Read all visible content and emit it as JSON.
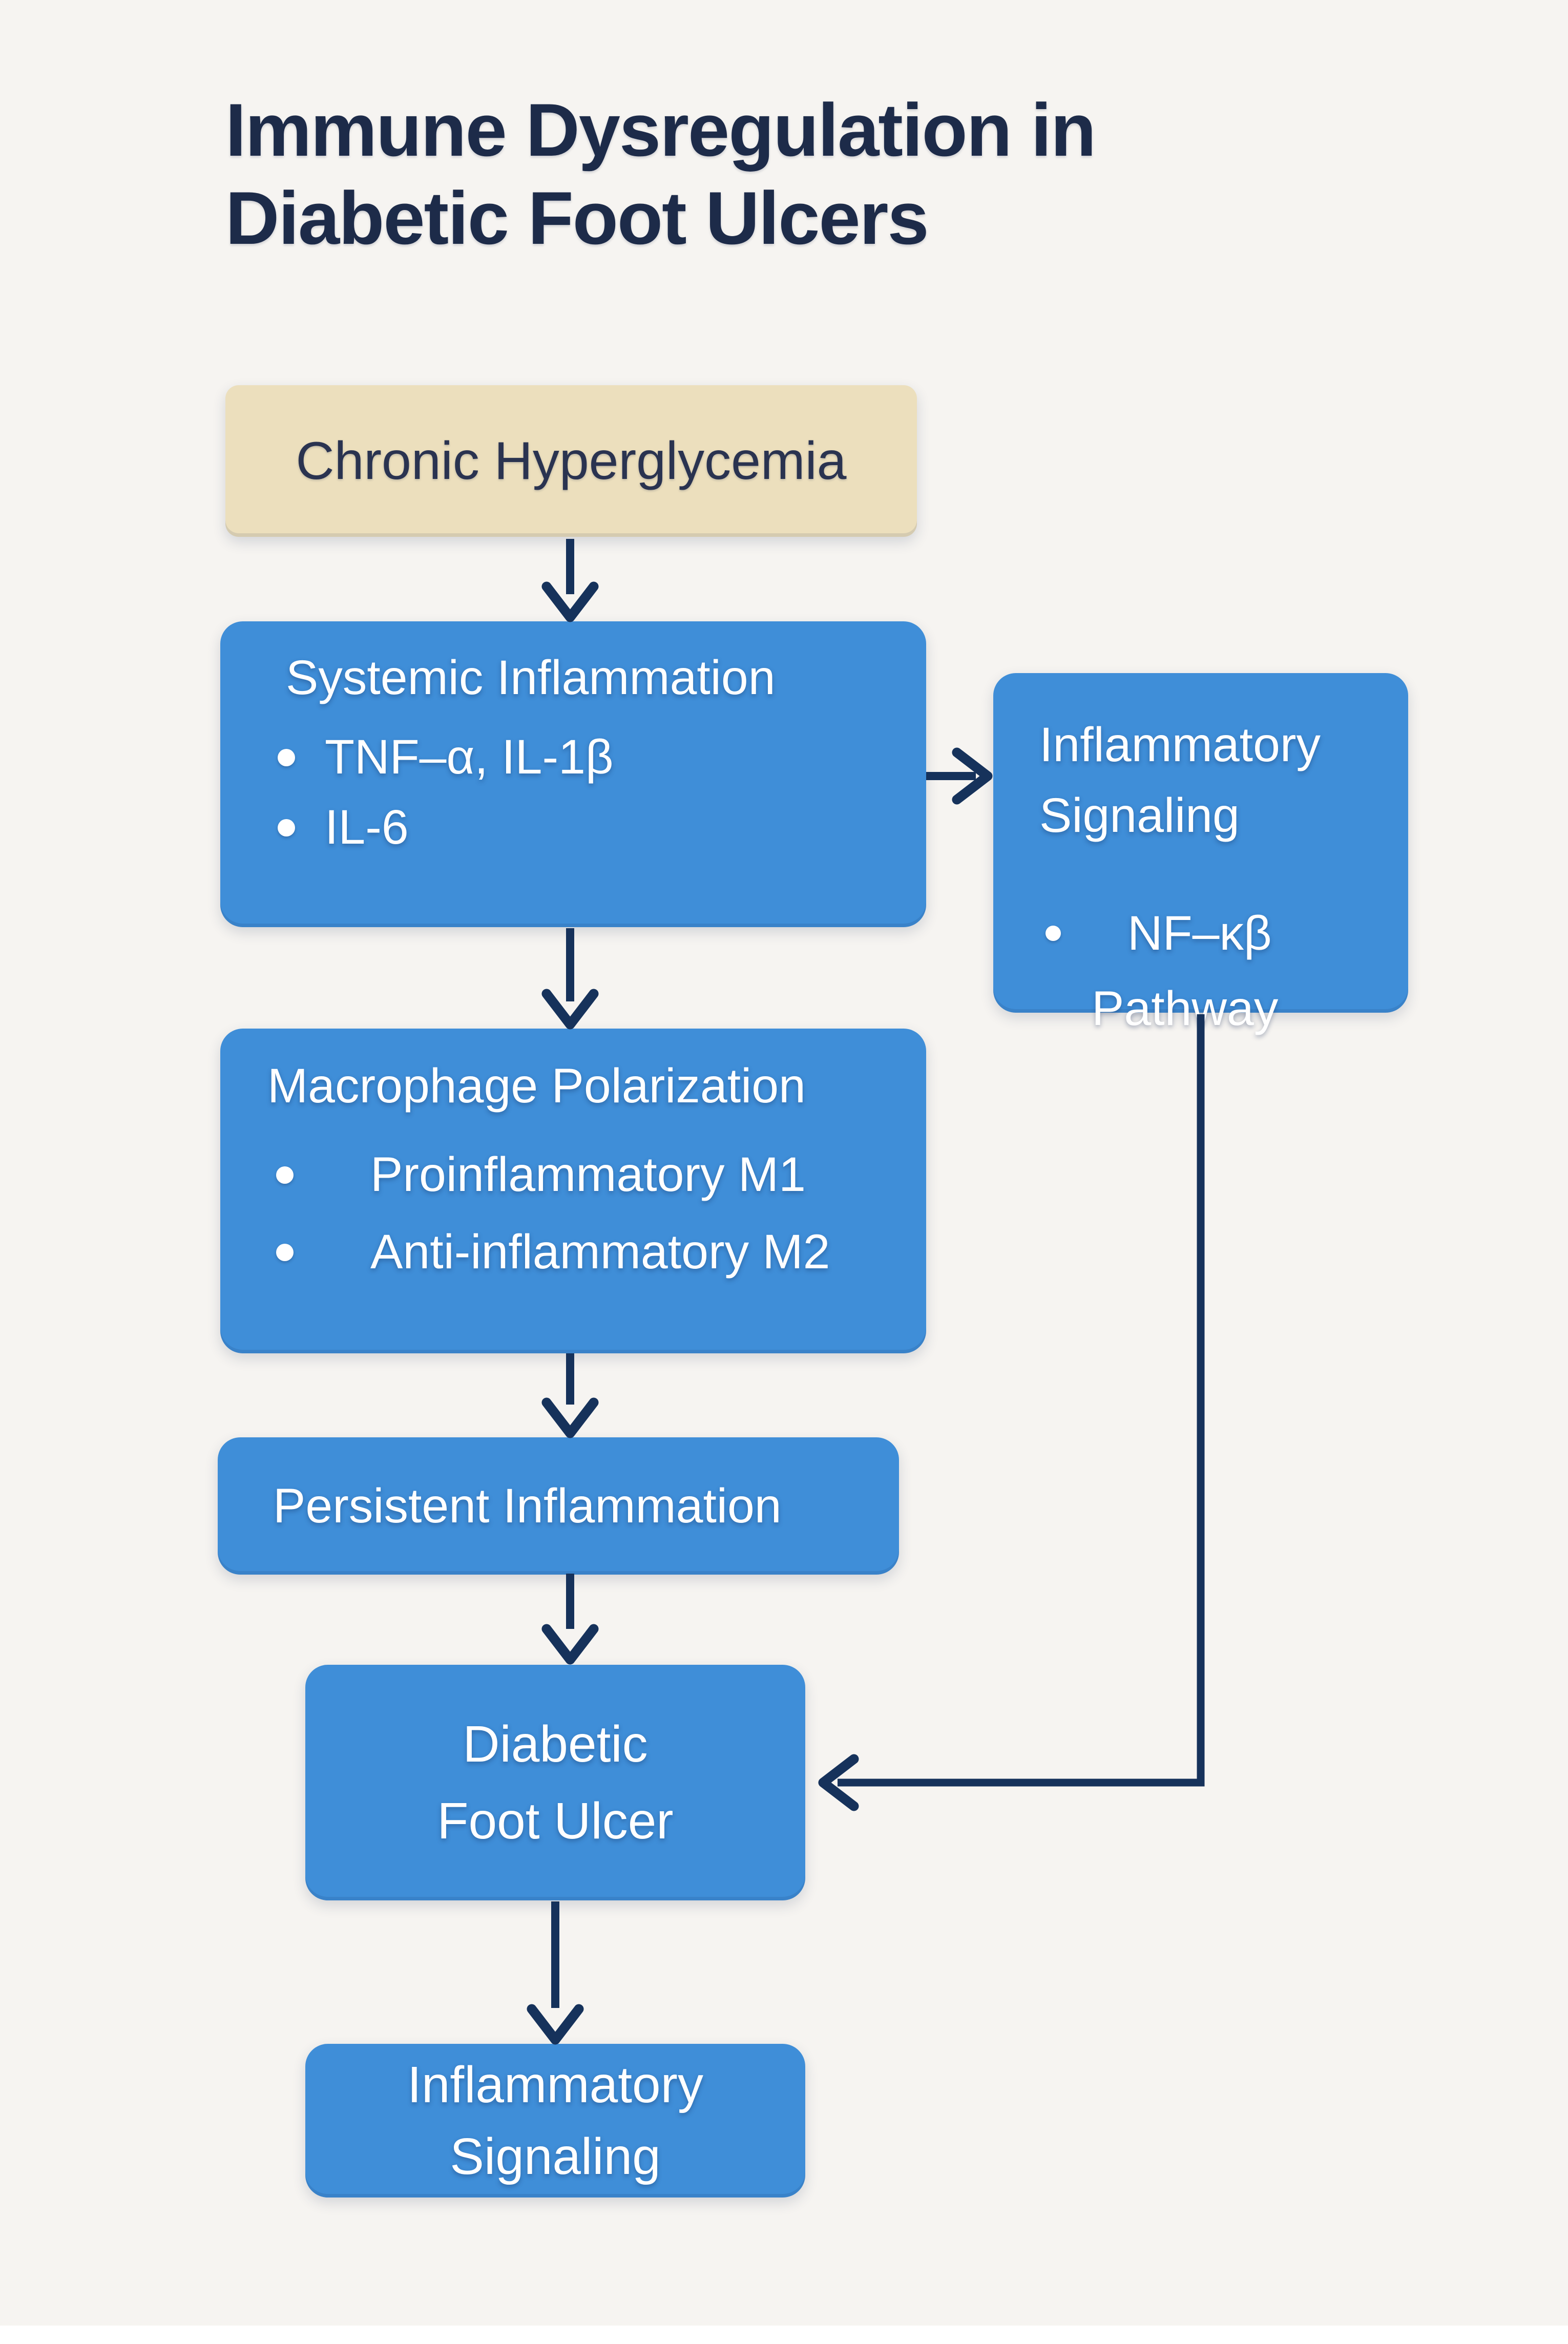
{
  "title": {
    "line1": "Immune Dysregulation in",
    "line2": "Diabetic Foot Ulcers"
  },
  "colors": {
    "background": "#f6f4f1",
    "box_blue": "#3f8ed8",
    "box_tan": "#ecdfbd",
    "arrow_navy": "#16325b",
    "title_text": "#1d2b49",
    "tan_text": "#2a3350",
    "box_text": "#ffffff"
  },
  "nodes": {
    "chronic": {
      "label": "Chronic Hyperglycemia"
    },
    "systemic": {
      "title": "Systemic Inflammation",
      "bullets": [
        "TNF–α, IL-1β",
        "IL-6"
      ]
    },
    "signaling_right": {
      "title_line1": "Inflammatory",
      "title_line2": "Signaling",
      "bullet": "NF–κβ",
      "bullet_line2": "Pathway"
    },
    "macrophage": {
      "title": "Macrophage Polarization",
      "bullets": [
        "Proinflammatory M1",
        "Anti-inflammatory M2"
      ]
    },
    "persistent": {
      "label": "Persistent Inflammation"
    },
    "dfu": {
      "line1": "Diabetic",
      "line2": "Foot Ulcer"
    },
    "signaling_bottom": {
      "line1": "Inflammatory",
      "line2": "Signaling"
    }
  }
}
